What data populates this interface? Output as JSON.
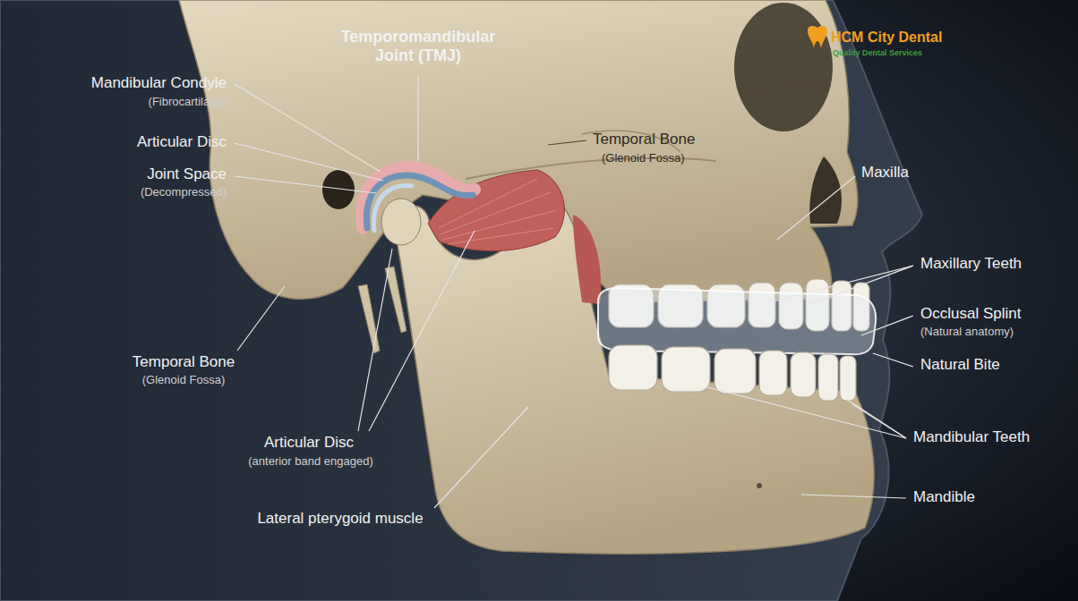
{
  "diagram": {
    "labels": [
      "Temporomandibular Joint (TMJ)",
      "Mandibular Condyle",
      "(Fibrocartilage)",
      "Articular Disc",
      "Joint Space",
      "(Decompressed)",
      "Temporal Bone",
      "(Glenoid Fossa)",
      "Maxilla",
      "Maxillary Teeth",
      "Occlusal Splint",
      "(Natural anatomy)",
      "Natural Bite",
      "Temporal Bone",
      "(Glenoid Fossa)",
      "Articular Disc",
      "(anterior band engaged)",
      "Mandibular Teeth",
      "Mandible",
      "Lateral pterygoid muscle",
      "HCM City Dental",
      "Quality Dental Services"
    ]
  }
}
